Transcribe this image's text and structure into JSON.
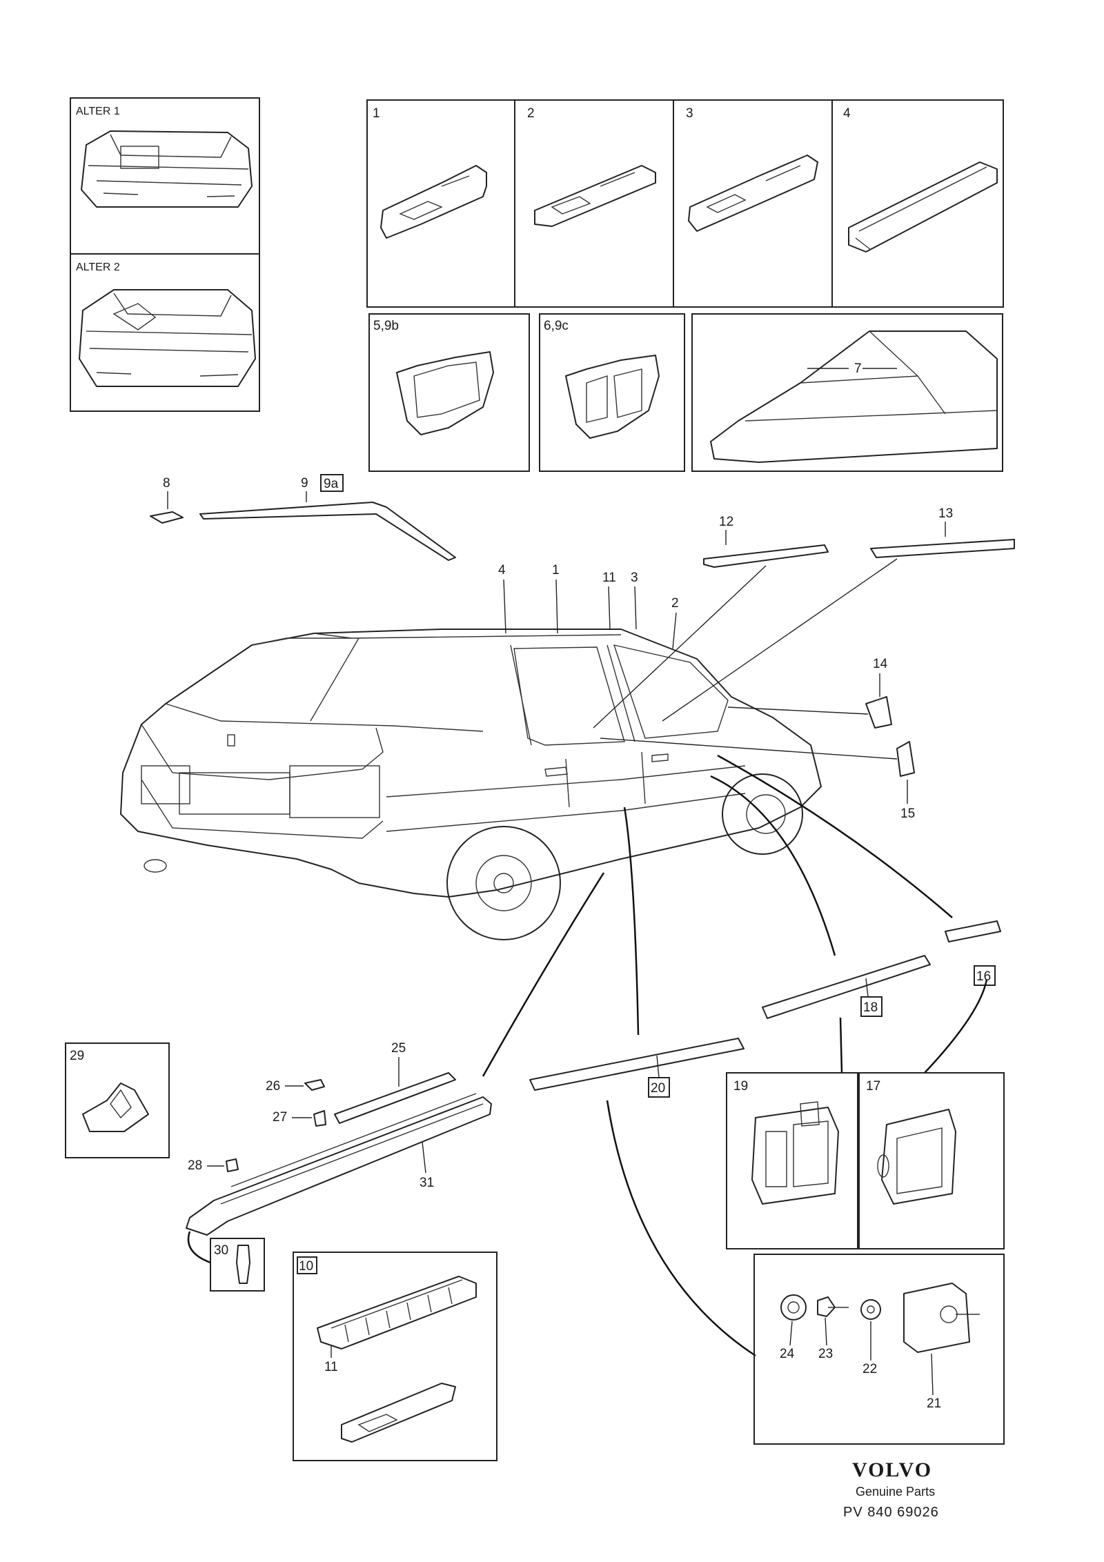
{
  "panels": {
    "alter1": "ALTER 1",
    "alter2": "ALTER 2",
    "p1": "1",
    "p2": "2",
    "p3": "3",
    "p4": "4",
    "p5": "5,9b",
    "p6": "6,9c",
    "p7": "7",
    "p29": "29",
    "p10": "10",
    "p19": "19",
    "p17": "17"
  },
  "callouts": {
    "c8": "8",
    "c9": "9",
    "c9a": "9a",
    "c12": "12",
    "c13": "13",
    "c4": "4",
    "c1": "1",
    "c11": "11",
    "c3": "3",
    "c2": "2",
    "c14": "14",
    "c15": "15",
    "c16": "16",
    "c18": "18",
    "c20": "20",
    "c25": "25",
    "c26": "26",
    "c27": "27",
    "c28": "28",
    "c31": "31",
    "c30": "30",
    "c11b": "11",
    "c24": "24",
    "c23": "23",
    "c22": "22",
    "c21": "21"
  },
  "brand": {
    "logo": "VOLVO",
    "tagline": "Genuine Parts",
    "code": "PV  840 69026"
  }
}
